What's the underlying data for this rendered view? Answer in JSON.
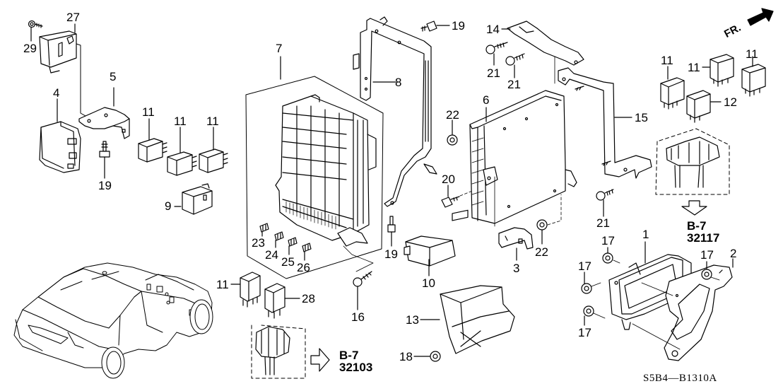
{
  "diagram": {
    "title_code": "S5B4—B1310A",
    "direction_indicator": "FR.",
    "colors": {
      "ink": "#000000",
      "background": "#ffffff"
    },
    "callouts": [
      {
        "id": "c27",
        "number": "27",
        "part": "relay-unit"
      },
      {
        "id": "c29",
        "number": "29",
        "part": "screw"
      },
      {
        "id": "c4",
        "number": "4",
        "part": "control-unit"
      },
      {
        "id": "c5",
        "number": "5",
        "part": "bracket"
      },
      {
        "id": "c19a",
        "number": "19",
        "part": "bolt"
      },
      {
        "id": "c11a",
        "number": "11",
        "part": "relay"
      },
      {
        "id": "c11b",
        "number": "11",
        "part": "relay"
      },
      {
        "id": "c11c",
        "number": "11",
        "part": "relay"
      },
      {
        "id": "c9",
        "number": "9",
        "part": "relay"
      },
      {
        "id": "c7",
        "number": "7",
        "part": "fuse-box"
      },
      {
        "id": "c8",
        "number": "8",
        "part": "bracket"
      },
      {
        "id": "c19b",
        "number": "19",
        "part": "bolt"
      },
      {
        "id": "c23",
        "number": "23",
        "part": "fuse"
      },
      {
        "id": "c24",
        "number": "24",
        "part": "fuse"
      },
      {
        "id": "c25",
        "number": "25",
        "part": "fuse"
      },
      {
        "id": "c26",
        "number": "26",
        "part": "fuse"
      },
      {
        "id": "c19c",
        "number": "19",
        "part": "bolt"
      },
      {
        "id": "c16",
        "number": "16",
        "part": "bolt"
      },
      {
        "id": "c11d",
        "number": "11",
        "part": "relay"
      },
      {
        "id": "c28",
        "number": "28",
        "part": "relay"
      },
      {
        "id": "c10",
        "number": "10",
        "part": "control-unit"
      },
      {
        "id": "c13",
        "number": "13",
        "part": "control-unit"
      },
      {
        "id": "c18",
        "number": "18",
        "part": "nut"
      },
      {
        "id": "c22a",
        "number": "22",
        "part": "nut"
      },
      {
        "id": "c20",
        "number": "20",
        "part": "bolt"
      },
      {
        "id": "c6",
        "number": "6",
        "part": "ecu"
      },
      {
        "id": "c22b",
        "number": "22",
        "part": "nut"
      },
      {
        "id": "c3",
        "number": "3",
        "part": "bracket"
      },
      {
        "id": "c14",
        "number": "14",
        "part": "bracket"
      },
      {
        "id": "c21a",
        "number": "21",
        "part": "bolt"
      },
      {
        "id": "c21b",
        "number": "21",
        "part": "bolt"
      },
      {
        "id": "c15",
        "number": "15",
        "part": "bracket"
      },
      {
        "id": "c21c",
        "number": "21",
        "part": "bolt"
      },
      {
        "id": "c11e",
        "number": "11",
        "part": "relay"
      },
      {
        "id": "c11f",
        "number": "11",
        "part": "relay"
      },
      {
        "id": "c11g",
        "number": "11",
        "part": "relay"
      },
      {
        "id": "c12",
        "number": "12",
        "part": "relay"
      },
      {
        "id": "c1",
        "number": "1",
        "part": "control-unit"
      },
      {
        "id": "c2",
        "number": "2",
        "part": "bracket"
      },
      {
        "id": "c17a",
        "number": "17",
        "part": "nut"
      },
      {
        "id": "c17b",
        "number": "17",
        "part": "nut"
      },
      {
        "id": "c17c",
        "number": "17",
        "part": "nut"
      },
      {
        "id": "c17d",
        "number": "17",
        "part": "nut"
      }
    ],
    "references": [
      {
        "id": "ref1",
        "group": "B-7",
        "number": "32117"
      },
      {
        "id": "ref2",
        "group": "B-7",
        "number": "32103"
      }
    ]
  }
}
